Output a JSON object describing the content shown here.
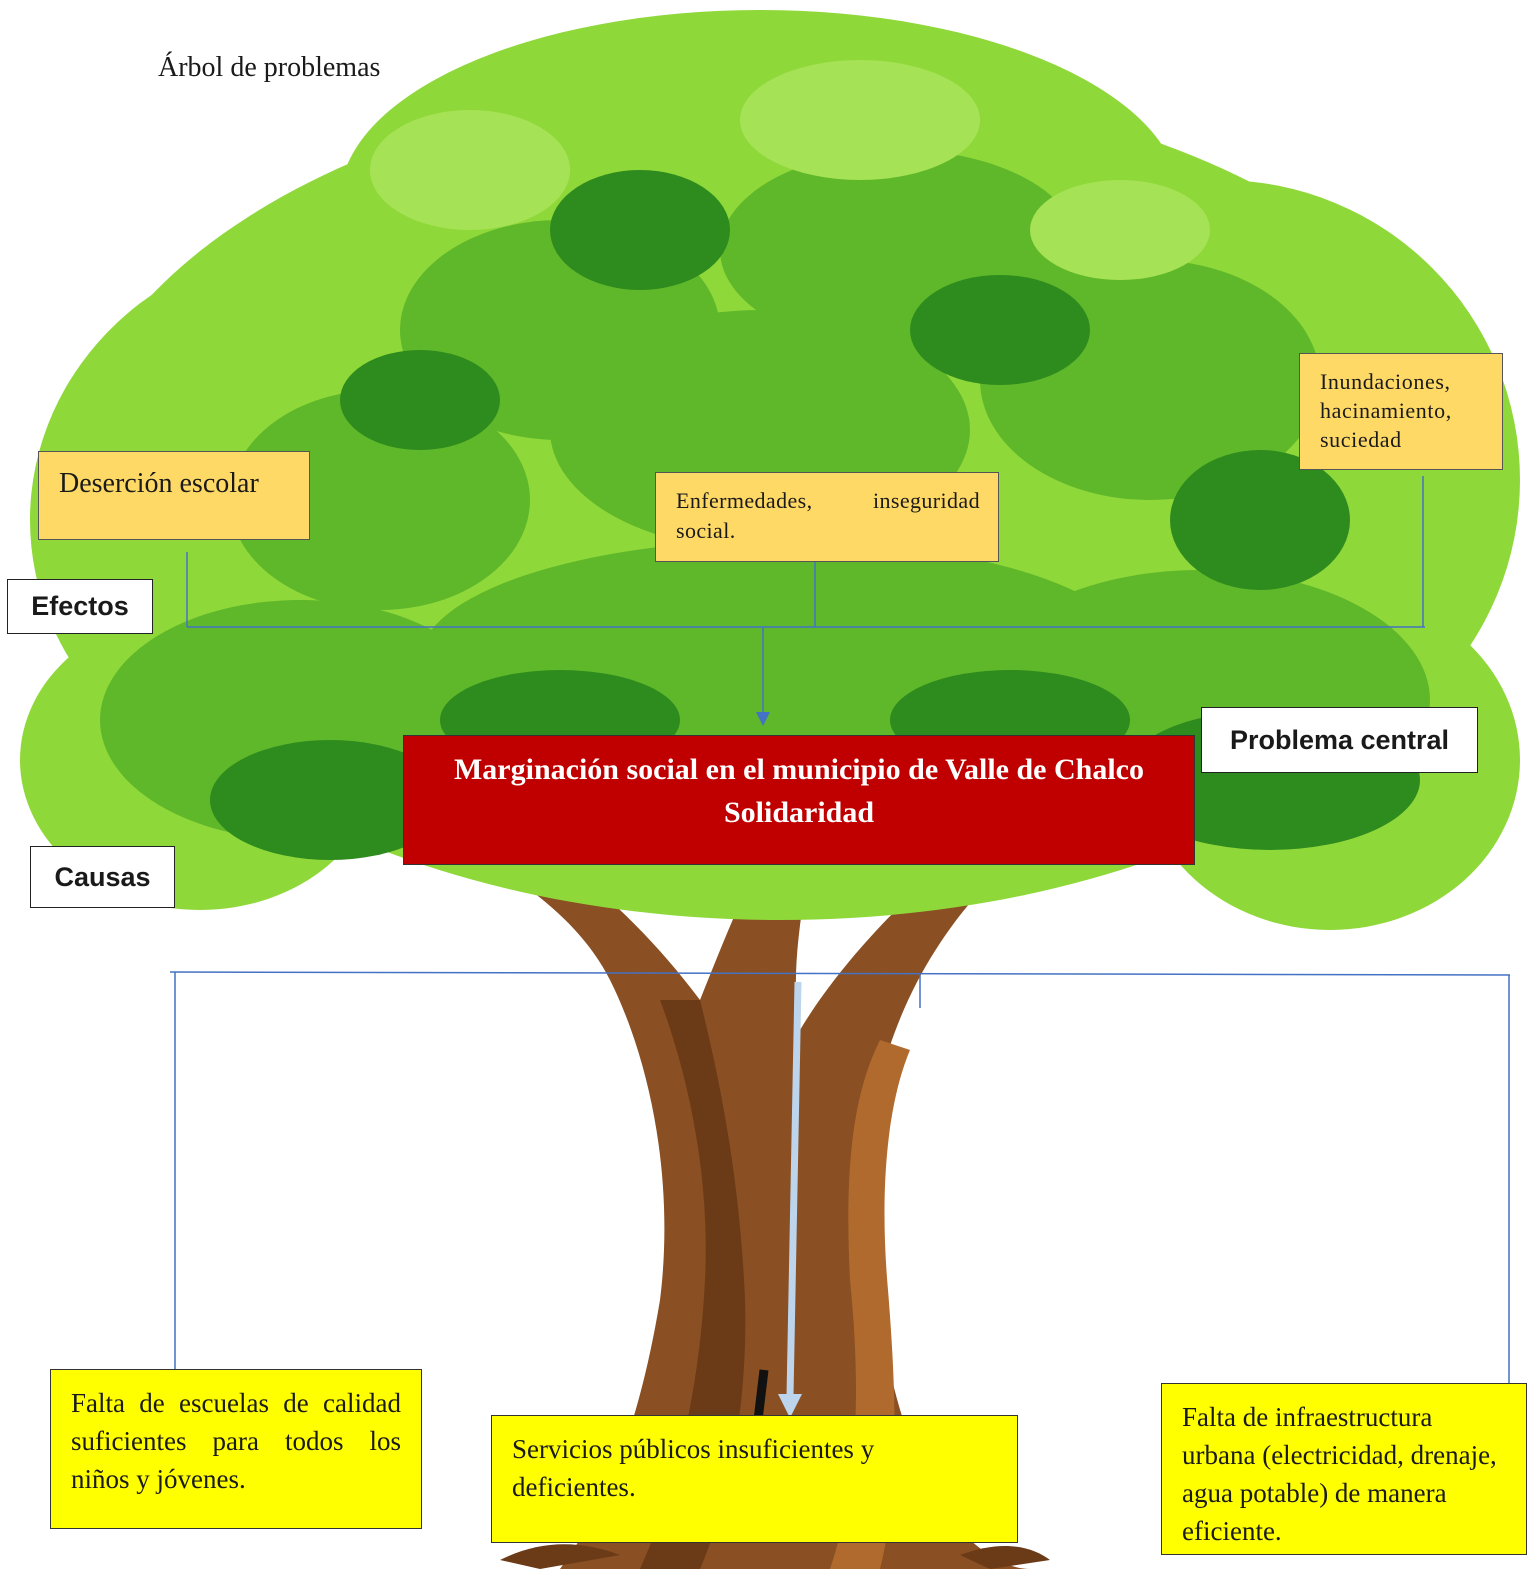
{
  "title": "Árbol de problemas",
  "labels": {
    "effects": "Efectos",
    "central": "Problema central",
    "causes": "Causas"
  },
  "effects": [
    "Deserción escolar",
    "Enfermedades, inseguridad social.",
    "Inundaciones, hacinamiento, suciedad"
  ],
  "central_problem": "Marginación social en el municipio de Valle de Chalco Solidaridad",
  "causes": [
    "Falta de escuelas de calidad suficientes para todos los niños y jóvenes.",
    "Servicios públicos insuficientes y deficientes.",
    "Falta de infraestructura urbana (electricidad, drenaje, agua potable) de manera eficiente."
  ],
  "colors": {
    "effect_box": "#ffd966",
    "cause_box": "#ffff00",
    "central_box": "#c00000",
    "connector": "#4472c4",
    "foliage_light": "#8fd83a",
    "foliage_mid": "#5fb82a",
    "foliage_dark": "#2e8b1e",
    "trunk": "#8a4f22"
  },
  "icons": [
    "tree-illustration"
  ]
}
